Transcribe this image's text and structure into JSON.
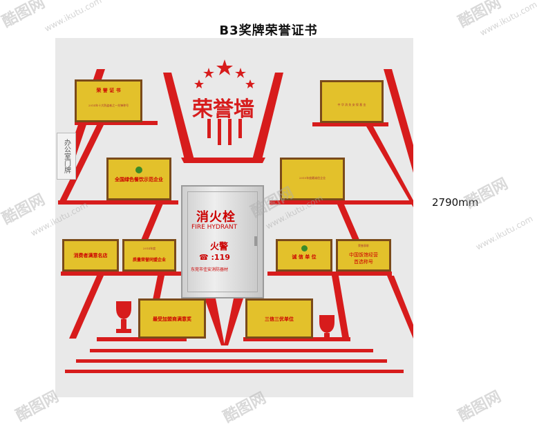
{
  "title": "B3奖牌荣誉证书",
  "dimension": "2790mm",
  "side_tag": "办公室门牌",
  "wall_heading": "荣誉墙",
  "plaques": [
    {
      "top": "荣 誉 证 书",
      "main": "",
      "sub": "2014年十大防盗者之一先锋称号"
    },
    {
      "top": "",
      "main": "",
      "sub": "中 华 消 失 安 保 基 金"
    },
    {
      "top": "",
      "main": "全国绿色餐饮示范企业",
      "sub": ""
    },
    {
      "top": "",
      "main": "",
      "sub": "2015年度最诚信企业"
    },
    {
      "top": "",
      "main": "消费者满意名店",
      "sub": ""
    },
    {
      "top": "2014年度",
      "main": "质量荣誉同盟企业",
      "sub": ""
    },
    {
      "top": "",
      "main": "诚 信 单 位",
      "sub": ""
    },
    {
      "top": "荣誉表彰",
      "main": "中国饭馆经营",
      "sub": "首选称号"
    },
    {
      "top": "",
      "main": "最受加盟商满意奖",
      "sub": ""
    },
    {
      "top": "",
      "main": "三信三优单位",
      "sub": ""
    }
  ],
  "cabinet": {
    "title": "消火栓",
    "subtitle": "FIRE HYDRANT",
    "alarm": "火警",
    "phone": "☎ :119",
    "company": "东莞市佳安消防器材"
  },
  "watermark": {
    "logo": "酷图网",
    "url": "www.ikutu.com"
  },
  "colors": {
    "red": "#d71c1c",
    "board": "#e9e9e9",
    "gold": "#e3c12b",
    "frame": "#7a4a1a"
  }
}
